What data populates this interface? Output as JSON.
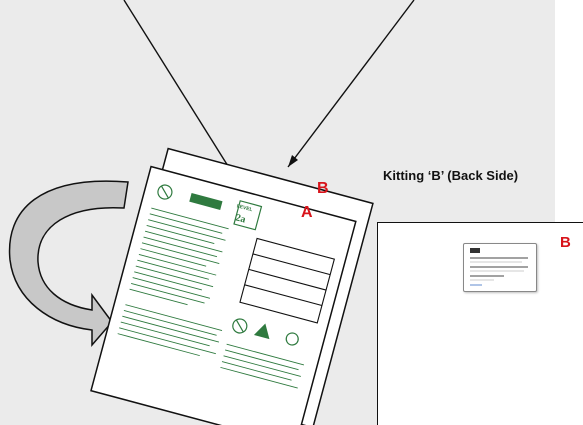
{
  "heading": "Kitting ‘B’ (Back Side)",
  "labels": {
    "front_a": "A",
    "front_b": "B",
    "back_b": "B"
  },
  "card": {
    "level_word": "LEVEL",
    "level_value": "2a"
  },
  "colors": {
    "background": "#ebebeb",
    "accent_red": "#d8141b",
    "card_print_green": "#2f7a3f",
    "arrow_fill": "#c8c8c8",
    "line": "#111111"
  },
  "icons": [
    "esd-symbol-icon",
    "recycle-icon",
    "curved-flip-arrow-icon"
  ]
}
